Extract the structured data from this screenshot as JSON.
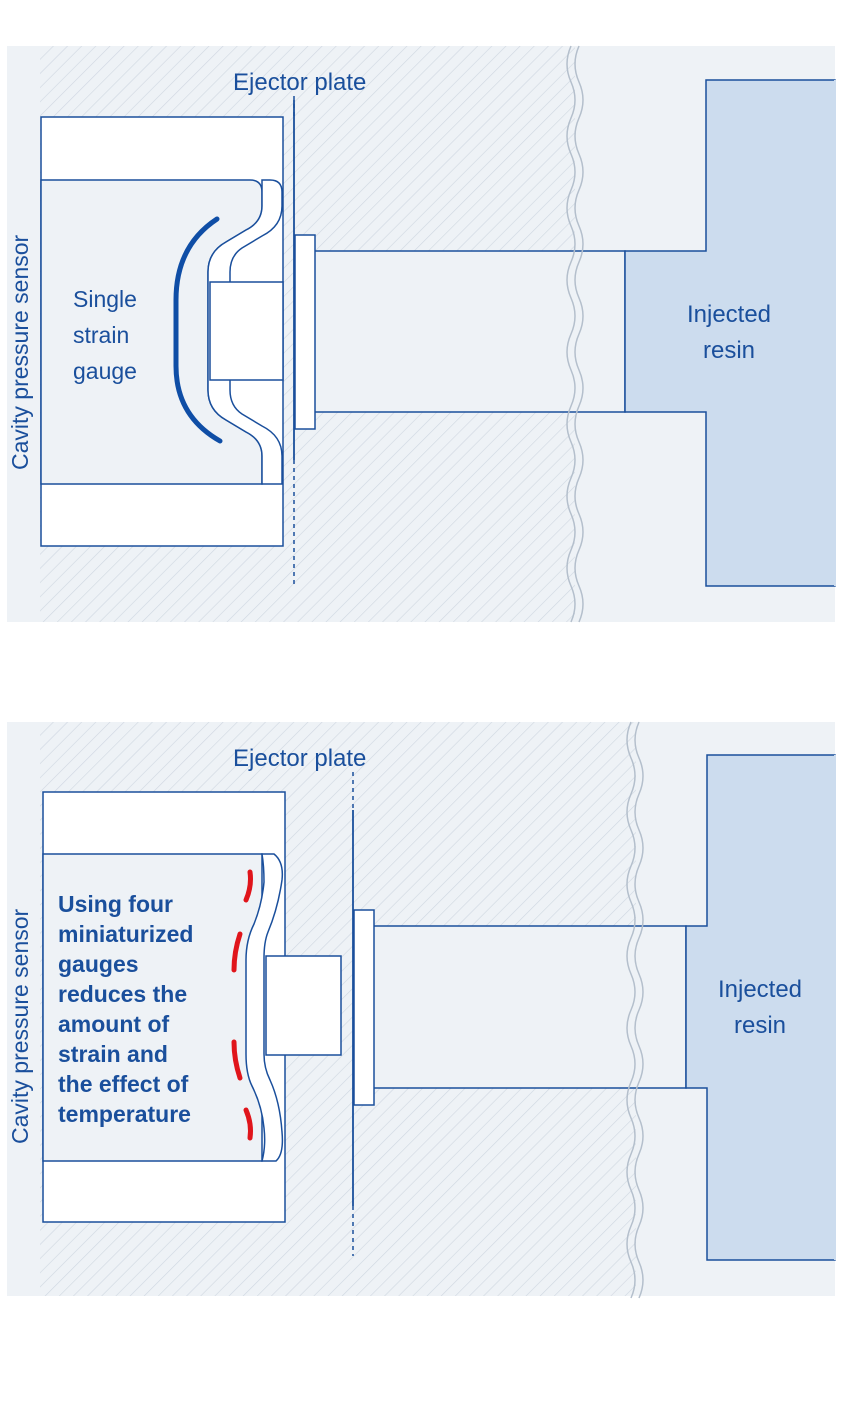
{
  "colors": {
    "background_panel": "#eef2f6",
    "outline_blue": "#1a4f9c",
    "resin_blue": "#ccdcee",
    "strain_gauge_blue": "#0f4ea6",
    "dashed_gauge_red": "#e0151b",
    "wave_line_gray": "#b4bfcc",
    "hatch_gray": "#cfd7e1"
  },
  "diagram_top": {
    "ejector_label": "Ejector plate",
    "sensor_label": "Cavity pressure sensor",
    "gauge_label_lines": [
      "Single",
      "strain",
      "gauge"
    ],
    "resin_label_lines": [
      "Injected",
      "resin"
    ]
  },
  "diagram_bottom": {
    "ejector_label": "Ejector plate",
    "sensor_label": "Cavity pressure sensor",
    "note_lines": [
      "Using four",
      "miniaturized",
      "gauges",
      "reduces the",
      "amount of",
      "strain and",
      "the effect of",
      "temperature"
    ],
    "resin_label_lines": [
      "Injected",
      "resin"
    ]
  }
}
